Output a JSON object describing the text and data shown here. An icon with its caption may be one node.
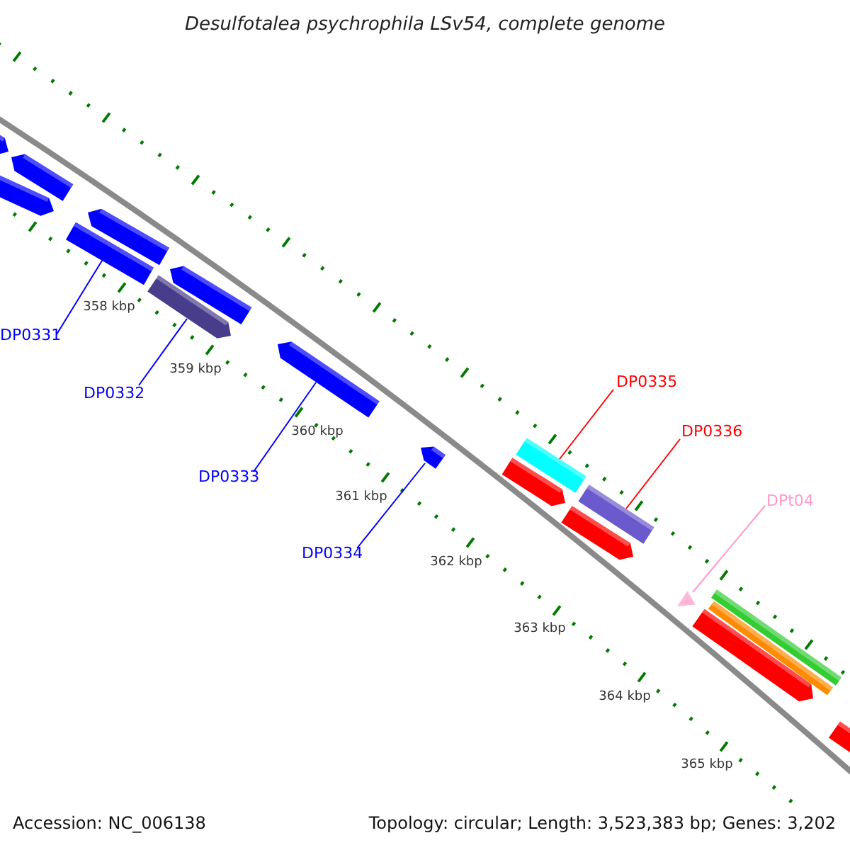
{
  "diagram": {
    "title": "Desulfotalea psychrophila LSv54, complete genome",
    "nodes": [
      {
        "text": [
          "DP0331"
        ]
      },
      {
        "text": [],
        "shape": "bar"
      },
      {
        "text": [
          "DP0332"
        ]
      },
      {
        "text": [],
        "shape": "bar"
      },
      {
        "text": [
          "DP0333"
        ]
      },
      {
        "text": [],
        "shape": "bar"
      },
      {
        "text": [
          "DP0334"
        ]
      },
      {
        "text": [],
        "shape": "bar"
      },
      {
        "text": [
          "DP0335"
        ]
      },
      {
        "text": [],
        "shape": "bar"
      },
      {
        "text": [
          "DP0336"
        ]
      },
      {
        "text": [],
        "shape": "bar"
      },
      {
        "text": [
          "DPt04"
        ]
      },
      {
        "text": [],
        "shape": "triangle"
      }
    ],
    "edges": [
      {
        "from": 0,
        "to": 1,
        "arrow": "none"
      },
      {
        "from": 2,
        "to": 3,
        "arrow": "none"
      },
      {
        "from": 4,
        "to": 5,
        "arrow": "none"
      },
      {
        "from": 6,
        "to": 7,
        "arrow": "none"
      },
      {
        "from": 8,
        "to": 9,
        "arrow": "none",
        "color": "#ff0000"
      },
      {
        "from": 10,
        "to": 11,
        "arrow": "none",
        "color": "#ff0000"
      },
      {
        "from": 12,
        "to": 13,
        "arrow": "none",
        "color": "#ff99cc"
      }
    ],
    "labels": [
      "358 kbp",
      "359 kbp",
      "360 kbp",
      "361 kbp",
      "362 kbp",
      "363 kbp",
      "364 kbp",
      "365 kbp",
      "Accession: NC_006138",
      "Topology: circular; Length: 3,523,383 bp; Genes: 3,202"
    ]
  }
}
